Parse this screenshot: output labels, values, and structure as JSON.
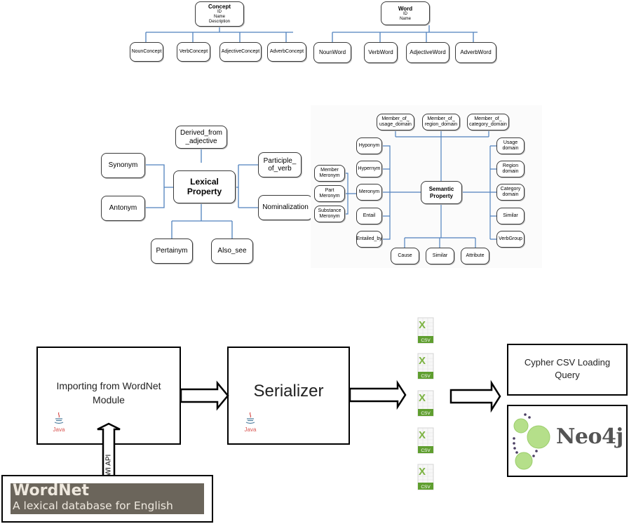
{
  "concept_hierarchy": {
    "root": {
      "title": "Concept",
      "fields": [
        "ID",
        "Name",
        "Description"
      ]
    },
    "children": [
      "NounConcept",
      "VerbConcept",
      "AdjectiveConcept",
      "AdverbConcept"
    ]
  },
  "word_hierarchy": {
    "root": {
      "title": "Word",
      "fields": [
        "ID",
        "Name"
      ]
    },
    "children": [
      "NounWord",
      "VerbWord",
      "AdjectiveWord",
      "AdverbWord"
    ]
  },
  "lexical_property": {
    "center": [
      "Lexical",
      "Property"
    ],
    "top": [
      "Derived_from",
      "_adjective"
    ],
    "left": [
      "Synonym",
      "Antonym"
    ],
    "right": [
      [
        "Participle_",
        "of_verb"
      ],
      [
        "Nominalization"
      ]
    ],
    "bottom": [
      "Pertainym",
      "Also_see"
    ]
  },
  "semantic_property": {
    "center": [
      "Semantic",
      "Property"
    ],
    "top": [
      [
        "Member_of_",
        "usage_domain"
      ],
      [
        "Member_of_",
        "region_domain"
      ],
      [
        "Member_of_",
        "category_domain"
      ]
    ],
    "left_inner": [
      "Hyponym",
      "Hypernym",
      "Meronym",
      "Entail",
      "Entailed_by"
    ],
    "left_outer": [
      [
        "Member",
        "Meronym"
      ],
      [
        "Part",
        "Meronym"
      ],
      [
        "Substance",
        "Meronym"
      ]
    ],
    "right": [
      [
        "Usage",
        "domain"
      ],
      [
        "Region",
        "domain"
      ],
      [
        "Category",
        "domain"
      ],
      [
        "Similar"
      ],
      [
        "VerbGroup"
      ]
    ],
    "bottom": [
      "Cause",
      "Similar",
      "Attribute"
    ]
  },
  "pipeline": {
    "importer": {
      "label_line1": "Importing from WordNet",
      "label_line2": "Module",
      "badge": "Java"
    },
    "serializer": {
      "label": "Serializer",
      "badge": "Java"
    },
    "api_arrow_label": "JWI API",
    "wordnet_logo": {
      "title": "WordNet",
      "subtitle": "A lexical database for English"
    },
    "csv_files": [
      "CSV",
      "CSV",
      "CSV",
      "CSV",
      "CSV"
    ],
    "csv_icon_letter": "X",
    "cypher": {
      "line1": "Cypher CSV Loading",
      "line2": "Query"
    },
    "neo4j_logo": "Neo4j",
    "colors": {
      "connector": "#4f81bd",
      "csv_green": "#5f9e2f",
      "java_red": "#d9534f",
      "java_blue": "#5382a1",
      "wordnet_bg": "#6b655b",
      "wordnet_text": "#efe9df",
      "neo4j_green": "#b5df8a",
      "neo4j_text": "#545454"
    }
  }
}
